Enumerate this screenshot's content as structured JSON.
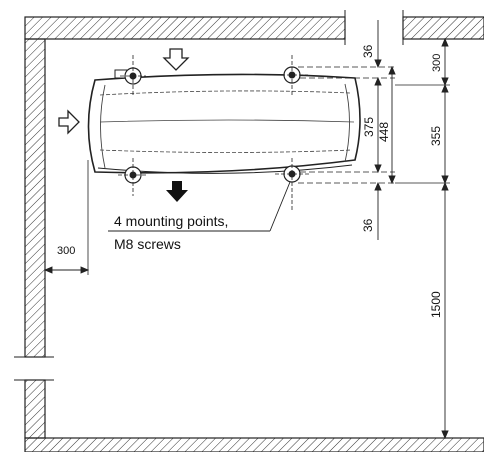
{
  "colors": {
    "line": "#222222",
    "hatch": "#333333",
    "background": "#ffffff",
    "arrow_fill": "#111111"
  },
  "dimensions": {
    "top_clearance": "36",
    "unit_depth": "375",
    "mount_spacing": "448",
    "ceiling_gap": "300",
    "wall_gap": "355",
    "bottom_clearance": "36",
    "floor_height": "1500",
    "side_clearance": "300"
  },
  "callout": {
    "line1": "4 mounting points,",
    "line2": "M8 screws"
  },
  "icons": {
    "airflow_in_top": "arrow-down-outline-icon",
    "airflow_in_side": "arrow-right-outline-icon",
    "airflow_out": "arrow-down-solid-icon"
  }
}
